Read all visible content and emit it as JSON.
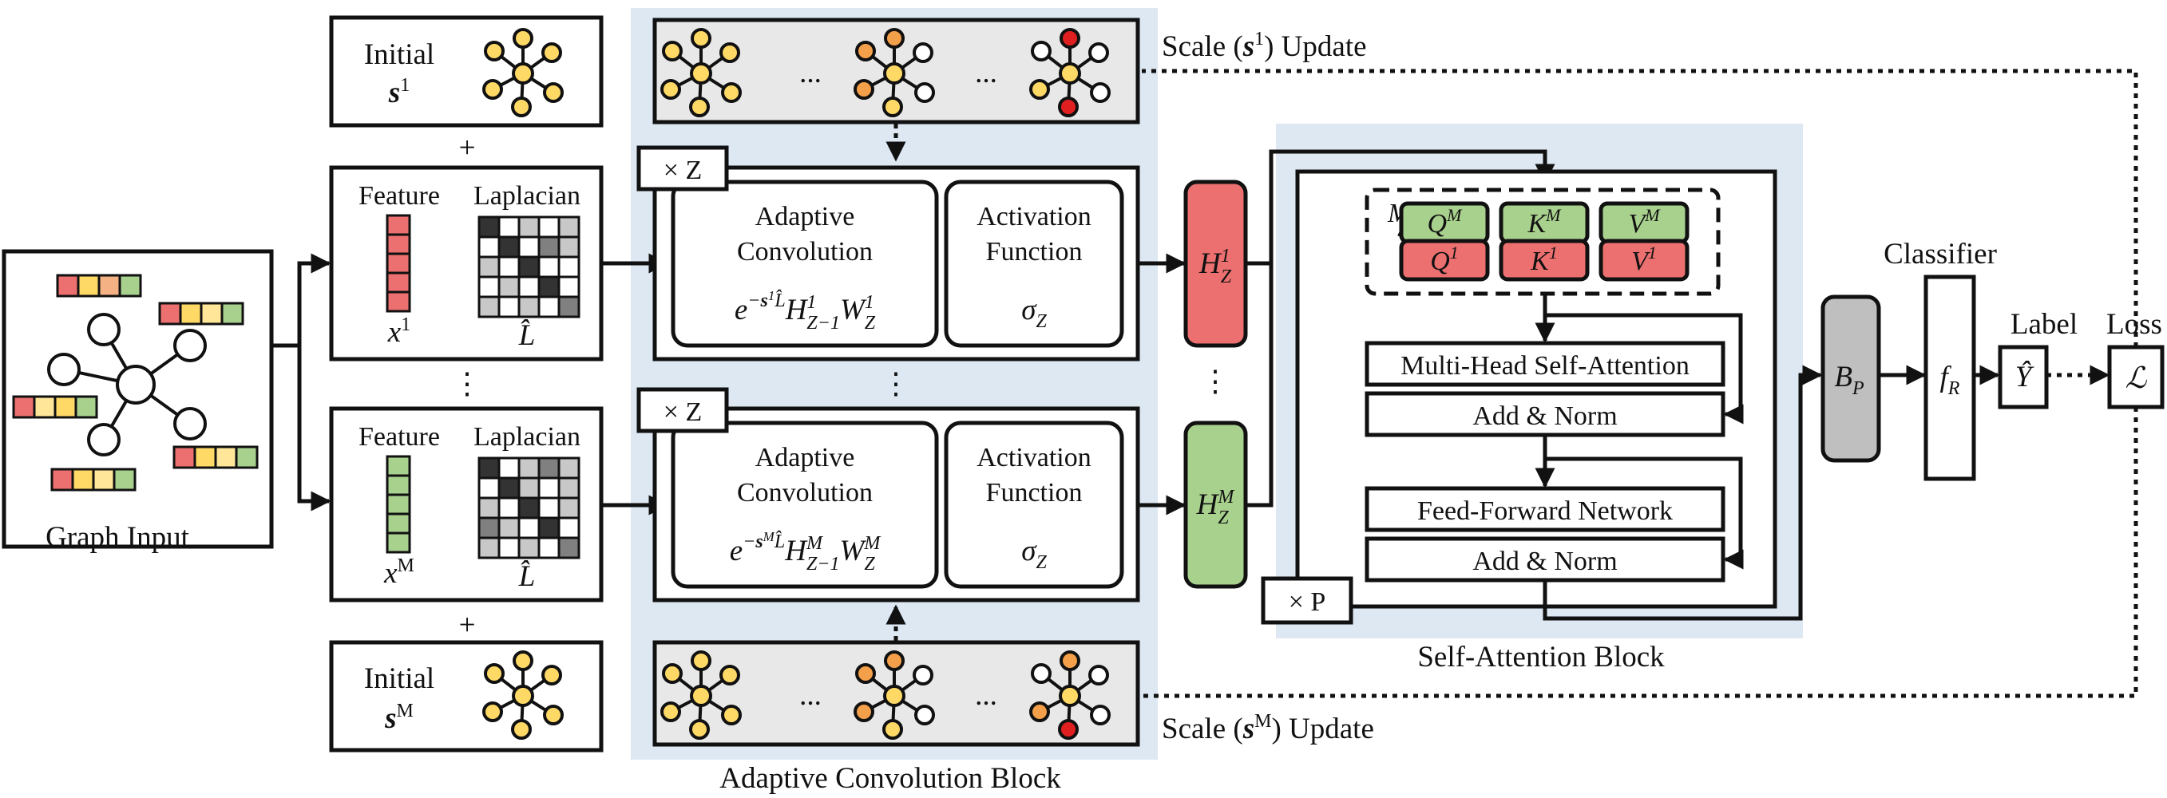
{
  "graph_input": {
    "label": "Graph Input"
  },
  "initial_top": {
    "label": "Initial",
    "symbol": "s",
    "sup": "1"
  },
  "initial_bottom": {
    "label": "Initial",
    "symbol": "s",
    "sup": "M"
  },
  "plus": "+",
  "vdots": "⋮",
  "ellipsis": "...",
  "feature_top": {
    "feature_label": "Feature",
    "laplacian_label": "Laplacian",
    "x_symbol": "x",
    "x_sup": "1",
    "l_symbol": "L̂"
  },
  "feature_bottom": {
    "feature_label": "Feature",
    "laplacian_label": "Laplacian",
    "x_symbol": "x",
    "x_sup": "M",
    "l_symbol": "L̂"
  },
  "adaptive_block": {
    "title": "Adaptive Convolution Block",
    "repeat": "× Z",
    "conv_label_1": "Adaptive",
    "conv_label_2": "Convolution",
    "act_label_1": "Activation",
    "act_label_2": "Function",
    "formula_top": {
      "e": "e",
      "exp_minus": "−",
      "exp_s": "s",
      "exp_sup": "1",
      "exp_L": "L̂",
      "H": "H",
      "H_sup": "1",
      "H_sub": "Z−1",
      "W": "W",
      "W_sup": "1",
      "W_sub": "Z"
    },
    "formula_bottom": {
      "e": "e",
      "exp_minus": "−",
      "exp_s": "s",
      "exp_sup": "M",
      "exp_L": "L̂",
      "H": "H",
      "H_sup": "M",
      "H_sub": "Z−1",
      "W": "W",
      "W_sup": "M",
      "W_sub": "Z"
    },
    "sigma": "σ",
    "sigma_sub": "Z"
  },
  "scale_top": {
    "prefix": "Scale (",
    "symbol": "s",
    "sup": "1",
    "suffix": ") Update"
  },
  "scale_bottom": {
    "prefix": "Scale (",
    "symbol": "s",
    "sup": "M",
    "suffix": ") Update"
  },
  "h_top": {
    "symbol": "H",
    "sup": "1",
    "sub": "Z"
  },
  "h_bottom": {
    "symbol": "H",
    "sup": "M",
    "sub": "Z"
  },
  "attention_block": {
    "title": "Self-Attention Block",
    "repeat": "× P",
    "m_label": "M",
    "qkv_top": [
      {
        "sym": "Q",
        "sup": "M"
      },
      {
        "sym": "K",
        "sup": "M"
      },
      {
        "sym": "V",
        "sup": "M"
      }
    ],
    "qkv_bottom": [
      {
        "sym": "Q",
        "sup": "1"
      },
      {
        "sym": "K",
        "sup": "1"
      },
      {
        "sym": "V",
        "sup": "1"
      }
    ],
    "mhsa": "Multi-Head Self-Attention",
    "add_norm": "Add & Norm",
    "ffn": "Feed-Forward Network"
  },
  "bp": {
    "symbol": "B",
    "sub": "P"
  },
  "classifier": {
    "title": "Classifier",
    "symbol": "f",
    "sub": "R"
  },
  "label_box": {
    "title": "Label",
    "symbol": "Ŷ"
  },
  "loss_box": {
    "title": "Loss",
    "symbol": "ℒ"
  },
  "colors": {
    "panel": "#dde8f3",
    "red": "#ec7070",
    "green": "#a9d18e",
    "gray": "#bfbfbf",
    "node_yellow": "#ffd966",
    "node_orange": "#f4a04a",
    "node_red": "#e02020",
    "bar_yellow": "#ffe699"
  }
}
